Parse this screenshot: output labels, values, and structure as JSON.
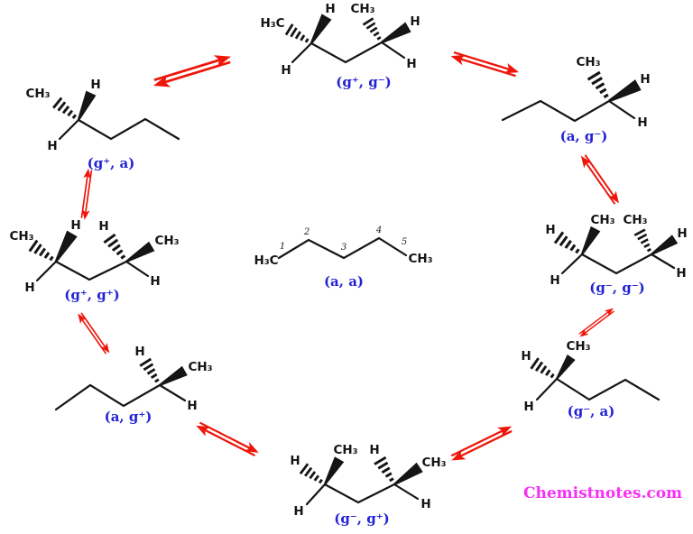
{
  "watermark": "Chemistnotes.com",
  "colors": {
    "bond": "#151515",
    "conformer_label": "#2323d6",
    "arrow": "#ee1509",
    "watermark": "#f72ff7",
    "carbon_number": "#222222"
  },
  "atoms": {
    "h": "H",
    "ch3": "CH₃",
    "h3c": "H₃C"
  },
  "center_structure": {
    "label": "(a, a)",
    "left_terminal": "H₃C",
    "right_terminal": "CH₃",
    "carbon_numbers": [
      "1",
      "2",
      "3",
      "4",
      "5"
    ]
  },
  "conformers": {
    "top_left": {
      "label": "(g⁺, a)"
    },
    "top_center": {
      "label": "(g⁺, g⁻)"
    },
    "top_right": {
      "label": "(a, g⁻)"
    },
    "mid_left": {
      "label": "(g⁺, g⁺)"
    },
    "mid_right": {
      "label": "(g⁻, g⁻)"
    },
    "bottom_left": {
      "label": "(a, g⁺)"
    },
    "bottom_center": {
      "label": "(g⁻, g⁺)"
    },
    "bottom_right": {
      "label": "(g⁻, a)"
    }
  }
}
